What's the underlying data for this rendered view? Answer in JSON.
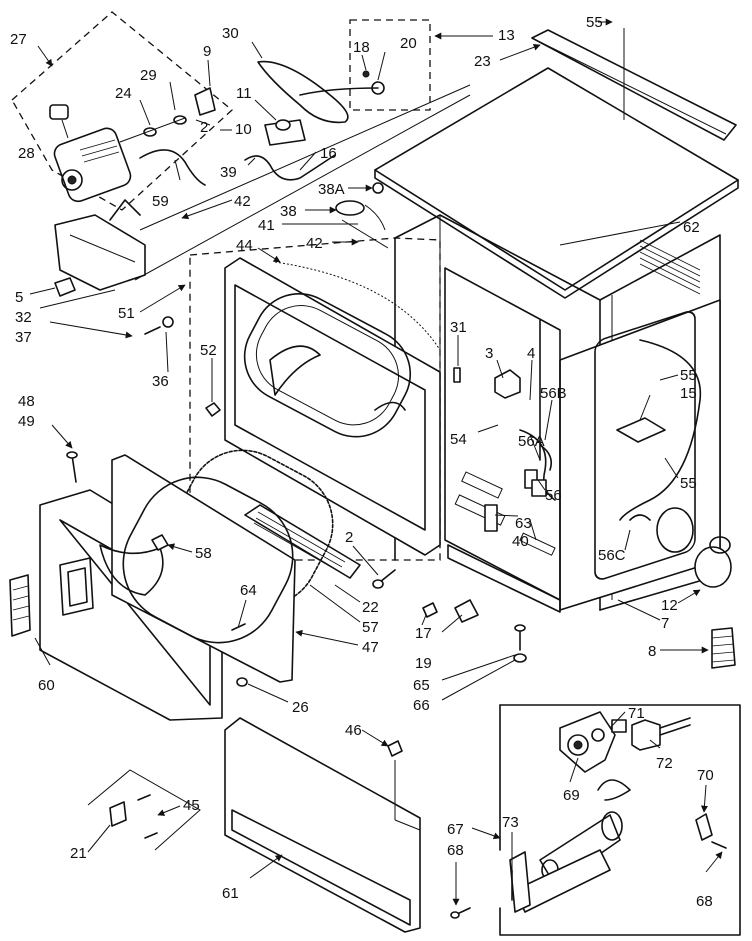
{
  "labels": [
    {
      "id": "27",
      "text": "27"
    },
    {
      "id": "9",
      "text": "9"
    },
    {
      "id": "30",
      "text": "30"
    },
    {
      "id": "18",
      "text": "18"
    },
    {
      "id": "20",
      "text": "20"
    },
    {
      "id": "13",
      "text": "13"
    },
    {
      "id": "55a",
      "text": "55"
    },
    {
      "id": "23",
      "text": "23"
    },
    {
      "id": "29",
      "text": "29"
    },
    {
      "id": "24",
      "text": "24"
    },
    {
      "id": "11",
      "text": "11"
    },
    {
      "id": "2a",
      "text": "2"
    },
    {
      "id": "10",
      "text": "10"
    },
    {
      "id": "28",
      "text": "28"
    },
    {
      "id": "39",
      "text": "39"
    },
    {
      "id": "16",
      "text": "16"
    },
    {
      "id": "59",
      "text": "59"
    },
    {
      "id": "38A",
      "text": "38A"
    },
    {
      "id": "42a",
      "text": "42"
    },
    {
      "id": "38",
      "text": "38"
    },
    {
      "id": "62",
      "text": "62"
    },
    {
      "id": "41",
      "text": "41"
    },
    {
      "id": "42b",
      "text": "42"
    },
    {
      "id": "44",
      "text": "44"
    },
    {
      "id": "5",
      "text": "5"
    },
    {
      "id": "51",
      "text": "51"
    },
    {
      "id": "32",
      "text": "32"
    },
    {
      "id": "31",
      "text": "31"
    },
    {
      "id": "37",
      "text": "37"
    },
    {
      "id": "3",
      "text": "3"
    },
    {
      "id": "4",
      "text": "4"
    },
    {
      "id": "52",
      "text": "52"
    },
    {
      "id": "55b",
      "text": "55"
    },
    {
      "id": "36",
      "text": "36"
    },
    {
      "id": "15",
      "text": "15"
    },
    {
      "id": "56B",
      "text": "56B"
    },
    {
      "id": "48",
      "text": "48"
    },
    {
      "id": "49",
      "text": "49"
    },
    {
      "id": "54",
      "text": "54"
    },
    {
      "id": "56A",
      "text": "56A"
    },
    {
      "id": "55c",
      "text": "55"
    },
    {
      "id": "56",
      "text": "56"
    },
    {
      "id": "63",
      "text": "63"
    },
    {
      "id": "58",
      "text": "58"
    },
    {
      "id": "40",
      "text": "40"
    },
    {
      "id": "2b",
      "text": "2"
    },
    {
      "id": "56C",
      "text": "56C"
    },
    {
      "id": "12",
      "text": "12"
    },
    {
      "id": "7",
      "text": "7"
    },
    {
      "id": "64",
      "text": "64"
    },
    {
      "id": "22",
      "text": "22"
    },
    {
      "id": "57",
      "text": "57"
    },
    {
      "id": "17",
      "text": "17"
    },
    {
      "id": "8",
      "text": "8"
    },
    {
      "id": "47",
      "text": "47"
    },
    {
      "id": "19",
      "text": "19"
    },
    {
      "id": "60",
      "text": "60"
    },
    {
      "id": "65",
      "text": "65"
    },
    {
      "id": "26",
      "text": "26"
    },
    {
      "id": "66",
      "text": "66"
    },
    {
      "id": "71",
      "text": "71"
    },
    {
      "id": "46",
      "text": "46"
    },
    {
      "id": "72",
      "text": "72"
    },
    {
      "id": "69",
      "text": "69"
    },
    {
      "id": "45",
      "text": "45"
    },
    {
      "id": "70",
      "text": "70"
    },
    {
      "id": "67",
      "text": "67"
    },
    {
      "id": "73",
      "text": "73"
    },
    {
      "id": "21",
      "text": "21"
    },
    {
      "id": "68a",
      "text": "68"
    },
    {
      "id": "68b",
      "text": "68"
    },
    {
      "id": "61",
      "text": "61"
    }
  ]
}
